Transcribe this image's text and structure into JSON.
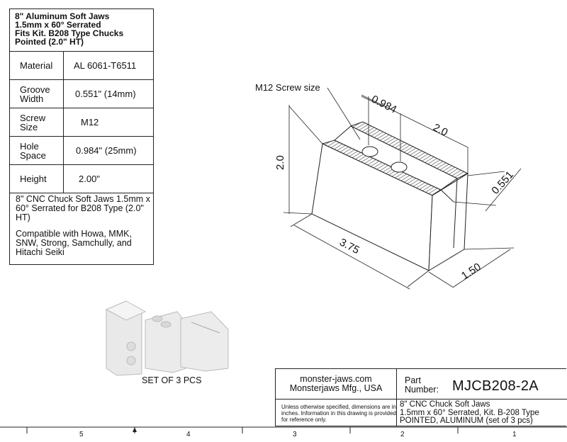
{
  "spec": {
    "title": [
      "8\" Aluminum Soft Jaws",
      "1.5mm x 60° Serrated",
      "Fits Kit. B208 Type Chucks",
      "Pointed (2.0\" HT)"
    ],
    "rows": [
      {
        "label": [
          "Material"
        ],
        "value": "AL 6061-T6511"
      },
      {
        "label": [
          "Groove",
          "Width"
        ],
        "value": "0.551\" (14mm)"
      },
      {
        "label": [
          "Screw",
          "Size"
        ],
        "value": "M12"
      },
      {
        "label": [
          "Hole",
          "Space"
        ],
        "value": "0.984\" (25mm)"
      },
      {
        "label": [
          "Height"
        ],
        "value": "2.00\""
      }
    ],
    "notes": [
      "8\" CNC Chuck Soft Jaws 1.5mm x 60° Serrated for B208 Type (2.0\" HT)",
      "Compatible with Howa, MMK, SNW, Strong, Samchully, and Hitachi Seiki"
    ]
  },
  "drawing": {
    "screw_label": "M12 Screw size",
    "dim_hole_space": "0.984",
    "dim_top": "2.0",
    "dim_height": "2.0",
    "dim_groove": "0.551",
    "dim_length": "3.75",
    "dim_width": "1.50"
  },
  "caption": "SET OF 3 PCS",
  "title_block": {
    "company_url": "monster-jaws.com",
    "company_name": "Monsterjaws Mfg., USA",
    "part_label_1": "Part",
    "part_label_2": "Number:",
    "part_number": "MJCB208-2A",
    "disclaimer": "Unless otherwise specified, dimensions are in inches.  Information in this drawing is provided for reference only.",
    "desc_1": "8\" CNC Chuck Soft Jaws",
    "desc_2": "1.5mm x 60° Serrated, Kit. B-208 Type",
    "desc_3": "POINTED, ALUMINUM (set of 3 pcs)"
  },
  "zones": [
    "5",
    "4",
    "3",
    "2",
    "1"
  ]
}
